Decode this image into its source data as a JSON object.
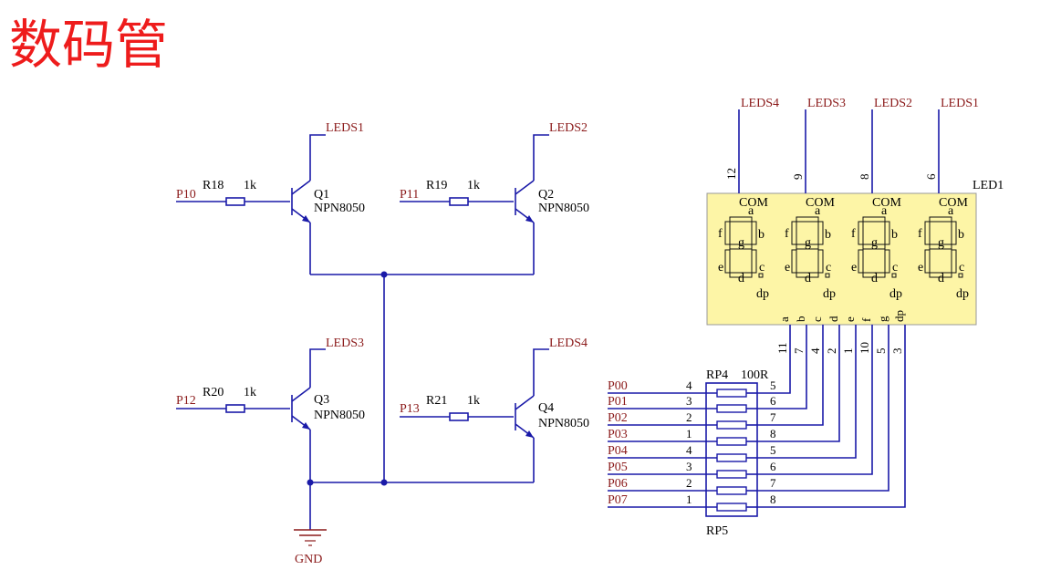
{
  "title": "数码管",
  "colors": {
    "title": "#ee1c1c",
    "wire": "#1a1aa8",
    "net": "#8b1a1a",
    "display_body": "#fdf5a6"
  },
  "transistors": [
    {
      "ref": "Q1",
      "part": "NPN8050",
      "input": "P10",
      "resistor": "R18",
      "value": "1k",
      "collector_net": "LEDS1"
    },
    {
      "ref": "Q2",
      "part": "NPN8050",
      "input": "P11",
      "resistor": "R19",
      "value": "1k",
      "collector_net": "LEDS2"
    },
    {
      "ref": "Q3",
      "part": "NPN8050",
      "input": "P12",
      "resistor": "R20",
      "value": "1k",
      "collector_net": "LEDS3"
    },
    {
      "ref": "Q4",
      "part": "NPN8050",
      "input": "P13",
      "resistor": "R21",
      "value": "1k",
      "collector_net": "LEDS4"
    }
  ],
  "ground": "GND",
  "display": {
    "ref": "LED1",
    "digits": [
      {
        "net": "LEDS4",
        "pin": "12",
        "com": "COM"
      },
      {
        "net": "LEDS3",
        "pin": "9",
        "com": "COM"
      },
      {
        "net": "LEDS2",
        "pin": "8",
        "com": "COM"
      },
      {
        "net": "LEDS1",
        "pin": "6",
        "com": "COM"
      }
    ],
    "segments": [
      "a",
      "b",
      "c",
      "d",
      "e",
      "f",
      "g",
      "dp"
    ],
    "seg_pins": [
      "11",
      "7",
      "4",
      "2",
      "1",
      "10",
      "5",
      "3"
    ]
  },
  "resistor_networks": [
    {
      "ref": "RP4",
      "value": "100R",
      "inputs": [
        "P00",
        "P01",
        "P02",
        "P03"
      ],
      "left_pins": [
        "4",
        "3",
        "2",
        "1"
      ],
      "right_pins": [
        "5",
        "6",
        "7",
        "8"
      ]
    },
    {
      "ref": "RP5",
      "inputs": [
        "P04",
        "P05",
        "P06",
        "P07"
      ],
      "left_pins": [
        "4",
        "3",
        "2",
        "1"
      ],
      "right_pins": [
        "5",
        "6",
        "7",
        "8"
      ]
    }
  ]
}
